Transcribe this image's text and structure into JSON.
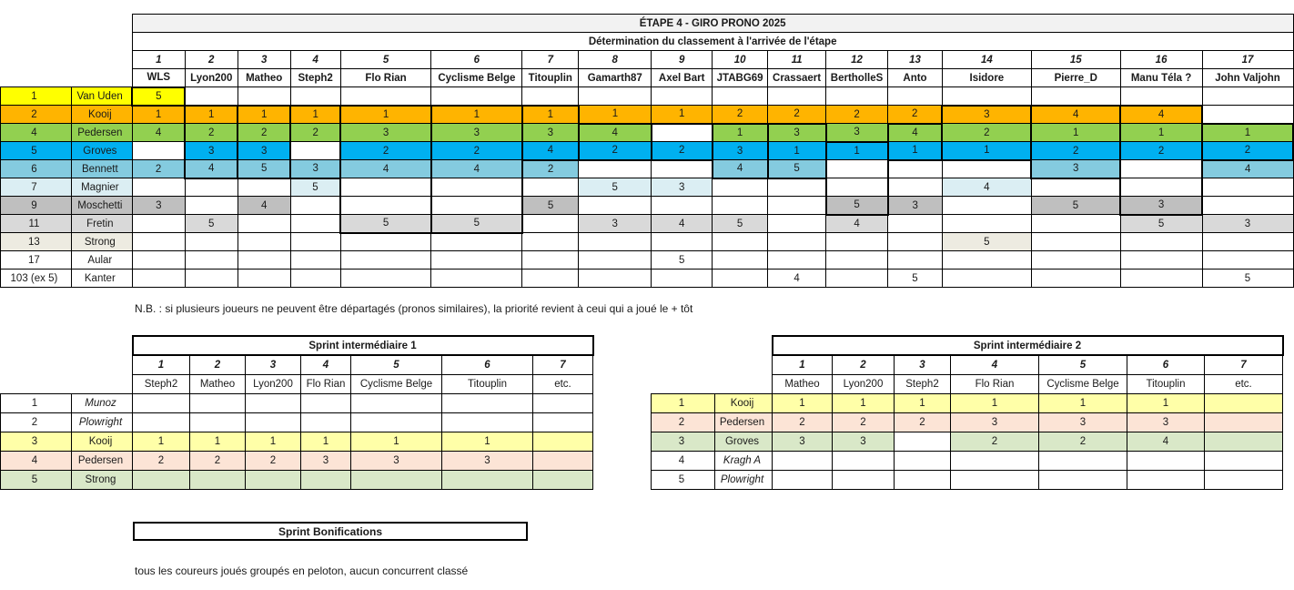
{
  "main": {
    "title": "ÉTAPE 4 - GIRO PRONO 2025",
    "subtitle": "Détermination du classement à l'arrivée de l'étape",
    "note": "N.B. : si plusieurs joueurs ne peuvent être départagés (pronos similaires), la priorité revient à ceui qui a joué le + tôt",
    "col_numbers": [
      "1",
      "2",
      "3",
      "4",
      "5",
      "6",
      "7",
      "8",
      "9",
      "10",
      "11",
      "12",
      "13",
      "14",
      "15",
      "16",
      "17"
    ],
    "players": [
      "WLS",
      "Lyon200",
      "Matheo",
      "Steph2",
      "Flo Rian",
      "Cyclisme Belge",
      "Titouplin",
      "Gamarth87",
      "Axel Bart",
      "JTABG69",
      "Crassaert",
      "BertholleS",
      "Anto",
      "Isidore",
      "Pierre_D",
      "Manu Téla ?",
      "John Valjohn"
    ],
    "rows": [
      {
        "rank": "1",
        "rider": "Van Uden",
        "color": "c-yellow",
        "values": [
          "5",
          "",
          "",
          "",
          "",
          "",
          "",
          "",
          "",
          "",
          "",
          "",
          "",
          "",
          "",
          "",
          ""
        ]
      },
      {
        "rank": "2",
        "rider": "Kooij",
        "color": "c-orange",
        "values": [
          "1",
          "1",
          "1",
          "1",
          "1",
          "1",
          "1",
          "1",
          "1",
          "2",
          "2",
          "2",
          "2",
          "3",
          "4",
          "4",
          ""
        ]
      },
      {
        "rank": "4",
        "rider": "Pedersen",
        "color": "c-green",
        "values": [
          "4",
          "2",
          "2",
          "2",
          "3",
          "3",
          "3",
          "4",
          "",
          "1",
          "3",
          "3",
          "4",
          "2",
          "1",
          "1",
          "1"
        ]
      },
      {
        "rank": "5",
        "rider": "Groves",
        "color": "c-blue",
        "values": [
          "",
          "3",
          "3",
          "",
          "2",
          "2",
          "4",
          "2",
          "2",
          "3",
          "1",
          "1",
          "1",
          "1",
          "2",
          "2",
          "2"
        ]
      },
      {
        "rank": "6",
        "rider": "Bennett",
        "color": "c-ltblue",
        "values": [
          "2",
          "4",
          "5",
          "3",
          "4",
          "4",
          "2",
          "",
          "",
          "4",
          "5",
          "",
          "",
          "",
          "3",
          "",
          "4"
        ]
      },
      {
        "rank": "7",
        "rider": "Magnier",
        "color": "c-paleblue",
        "values": [
          "",
          "",
          "",
          "5",
          "",
          "",
          "",
          "5",
          "3",
          "",
          "",
          "",
          "",
          "4",
          "",
          "",
          ""
        ]
      },
      {
        "rank": "9",
        "rider": "Moschetti",
        "color": "c-gray",
        "values": [
          "3",
          "",
          "4",
          "",
          "",
          "",
          "5",
          "",
          "",
          "",
          "",
          "5",
          "3",
          "",
          "5",
          "3",
          ""
        ]
      },
      {
        "rank": "11",
        "rider": "Fretin",
        "color": "c-ltgray",
        "values": [
          "",
          "5",
          "",
          "",
          "5",
          "5",
          "",
          "3",
          "4",
          "5",
          "",
          "4",
          "",
          "",
          "",
          "5",
          "3"
        ]
      },
      {
        "rank": "13",
        "rider": "Strong",
        "color": "c-beige",
        "values": [
          "",
          "",
          "",
          "",
          "",
          "",
          "",
          "",
          "",
          "",
          "",
          "",
          "",
          "5",
          "",
          "",
          ""
        ]
      },
      {
        "rank": "17",
        "rider": "Aular",
        "color": "c-none",
        "values": [
          "",
          "",
          "",
          "",
          "",
          "",
          "",
          "",
          "5",
          "",
          "",
          "",
          "",
          "",
          "",
          "",
          ""
        ]
      },
      {
        "rank": "103 (ex 5)",
        "rider": "Kanter",
        "color": "c-none",
        "values": [
          "",
          "",
          "",
          "",
          "",
          "",
          "",
          "",
          "",
          "",
          "4",
          "",
          "5",
          "",
          "",
          "",
          "5"
        ]
      }
    ]
  },
  "sprint1": {
    "title": "Sprint intermédiaire 1",
    "col_numbers": [
      "1",
      "2",
      "3",
      "4",
      "5",
      "6",
      "7"
    ],
    "players": [
      "Steph2",
      "Matheo",
      "Lyon200",
      "Flo Rian",
      "Cyclisme Belge",
      "Titouplin",
      "etc."
    ],
    "rows": [
      {
        "rank": "1",
        "rider": "Munoz",
        "italic": true,
        "fill": "",
        "values": [
          "",
          "",
          "",
          "",
          "",
          "",
          ""
        ]
      },
      {
        "rank": "2",
        "rider": "Plowright",
        "italic": true,
        "fill": "",
        "values": [
          "",
          "",
          "",
          "",
          "",
          "",
          ""
        ]
      },
      {
        "rank": "3",
        "rider": "Kooij",
        "italic": false,
        "fill": "y-fill",
        "values": [
          "1",
          "1",
          "1",
          "1",
          "1",
          "1",
          ""
        ]
      },
      {
        "rank": "4",
        "rider": "Pedersen",
        "italic": false,
        "fill": "p-fill",
        "values": [
          "2",
          "2",
          "2",
          "3",
          "3",
          "3",
          ""
        ]
      },
      {
        "rank": "5",
        "rider": "Strong",
        "italic": false,
        "fill": "g-fill",
        "values": [
          "",
          "",
          "",
          "",
          "",
          "",
          ""
        ]
      }
    ]
  },
  "sprint2": {
    "title": "Sprint intermédiaire 2",
    "col_numbers": [
      "1",
      "2",
      "3",
      "4",
      "5",
      "6",
      "7"
    ],
    "players": [
      "Matheo",
      "Lyon200",
      "Steph2",
      "Flo Rian",
      "Cyclisme Belge",
      "Titouplin",
      "etc."
    ],
    "rows": [
      {
        "rank": "1",
        "rider": "Kooij",
        "italic": false,
        "fill": "y-fill",
        "values": [
          "1",
          "1",
          "1",
          "1",
          "1",
          "1",
          ""
        ]
      },
      {
        "rank": "2",
        "rider": "Pedersen",
        "italic": false,
        "fill": "p-fill",
        "values": [
          "2",
          "2",
          "2",
          "3",
          "3",
          "3",
          ""
        ]
      },
      {
        "rank": "3",
        "rider": "Groves",
        "italic": false,
        "fill": "g-fill",
        "values": [
          "3",
          "3",
          "",
          "2",
          "2",
          "4",
          ""
        ]
      },
      {
        "rank": "4",
        "rider": "Kragh A",
        "italic": true,
        "fill": "",
        "values": [
          "",
          "",
          "",
          "",
          "",
          "",
          ""
        ]
      },
      {
        "rank": "5",
        "rider": "Plowright",
        "italic": true,
        "fill": "",
        "values": [
          "",
          "",
          "",
          "",
          "",
          "",
          ""
        ]
      }
    ]
  },
  "bonifications": {
    "title": "Sprint Bonifications",
    "note": "tous les coureurs joués groupés en peloton, aucun concurrent classé"
  }
}
